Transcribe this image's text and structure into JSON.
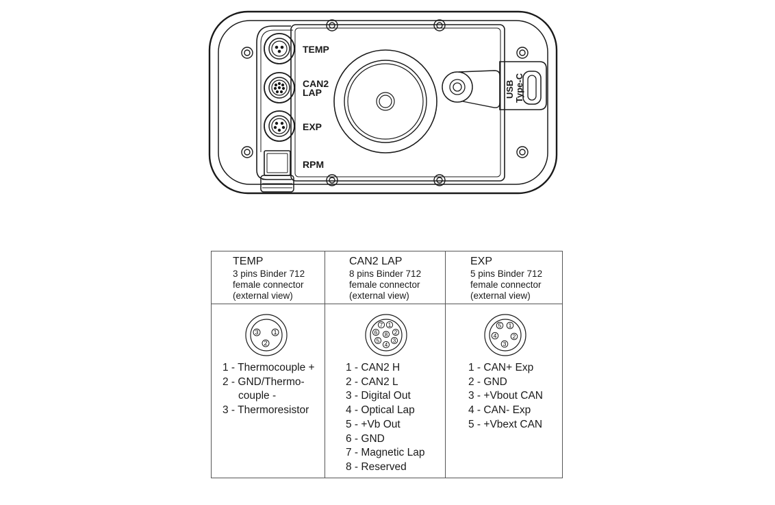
{
  "device": {
    "labels": {
      "temp": "TEMP",
      "can2_line1": "CAN2",
      "can2_line2": "LAP",
      "exp": "EXP",
      "rpm": "RPM",
      "usb_line1": "USB",
      "usb_line2": "Type-C"
    }
  },
  "table": {
    "columns": [
      {
        "title": "TEMP",
        "desc": [
          "3 pins Binder 712",
          "female connector",
          "(external view)"
        ],
        "pin_numbers": [
          "1",
          "2",
          "3"
        ],
        "pins": [
          "1 - Thermocouple +",
          "2 - GND/Thermo-",
          "couple -",
          "3 - Thermoresistor"
        ]
      },
      {
        "title": "CAN2 LAP",
        "desc": [
          "8 pins Binder 712",
          "female connector",
          "(external view)"
        ],
        "pin_numbers": [
          "1",
          "2",
          "3",
          "4",
          "5",
          "6",
          "7",
          "8"
        ],
        "pins": [
          "1 - CAN2 H",
          "2 - CAN2 L",
          "3 - Digital Out",
          "4 - Optical Lap",
          "5 - +Vb Out",
          "6 - GND",
          "7 - Magnetic Lap",
          "8 - Reserved"
        ]
      },
      {
        "title": "EXP",
        "desc": [
          "5 pins Binder 712",
          "female connector",
          "(external view)"
        ],
        "pin_numbers": [
          "1",
          "2",
          "3",
          "4",
          "5"
        ],
        "pins": [
          "1 - CAN+ Exp",
          "2 - GND",
          "3 - +Vbout CAN",
          "4 - CAN- Exp",
          "5 - +Vbext CAN"
        ]
      }
    ]
  }
}
